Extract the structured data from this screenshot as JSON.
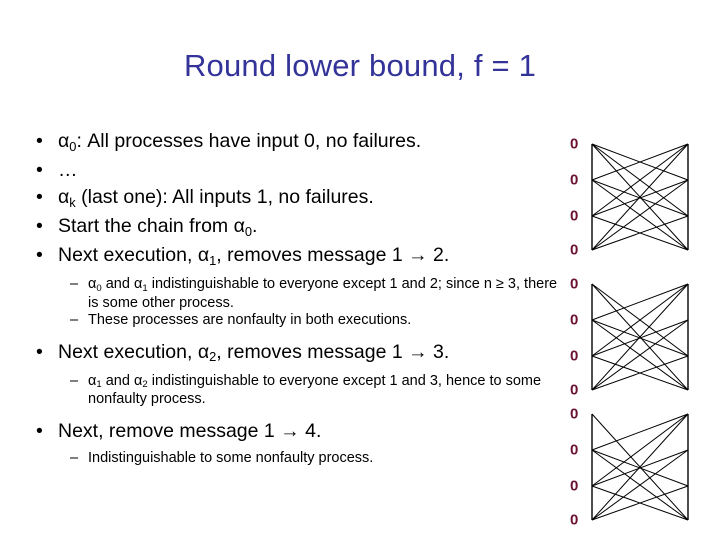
{
  "slide": {
    "title": "Round lower bound, f = 1",
    "title_color": "#333399",
    "text_color": "#000000",
    "background": "#ffffff"
  },
  "bullets": [
    {
      "level": 1,
      "marker": "•",
      "parts": [
        {
          "t": "alpha",
          "sub": "0"
        },
        {
          "t": "text",
          "v": ":  All processes have input 0, no failures."
        }
      ]
    },
    {
      "level": 1,
      "marker": "•",
      "parts": [
        {
          "t": "text",
          "v": "…"
        }
      ]
    },
    {
      "level": 1,
      "marker": "•",
      "parts": [
        {
          "t": "alpha",
          "sub": "k"
        },
        {
          "t": "text",
          "v": " (last one):  All inputs 1, no failures."
        }
      ]
    },
    {
      "level": 1,
      "marker": "•",
      "parts": [
        {
          "t": "text",
          "v": "Start the chain from "
        },
        {
          "t": "alpha",
          "sub": "0"
        },
        {
          "t": "text",
          "v": "."
        }
      ]
    },
    {
      "level": 1,
      "marker": "•",
      "parts": [
        {
          "t": "text",
          "v": "Next execution, "
        },
        {
          "t": "alpha",
          "sub": "1"
        },
        {
          "t": "text",
          "v": ", removes message 1 "
        },
        {
          "t": "arrow"
        },
        {
          "t": "text",
          "v": " 2."
        }
      ]
    },
    {
      "level": 2,
      "marker": "–",
      "parts": [
        {
          "t": "alpha",
          "sub": "0"
        },
        {
          "t": "text",
          "v": " and "
        },
        {
          "t": "alpha",
          "sub": "1"
        },
        {
          "t": "text",
          "v": " indistinguishable to everyone except 1 and 2; since n "
        },
        {
          "t": "geq"
        },
        {
          "t": "text",
          "v": " 3, there is some other process."
        }
      ]
    },
    {
      "level": 2,
      "marker": "–",
      "parts": [
        {
          "t": "text",
          "v": "These processes are nonfaulty in both executions."
        }
      ]
    },
    {
      "level": 1,
      "marker": "•",
      "parts": [
        {
          "t": "text",
          "v": "Next execution, "
        },
        {
          "t": "alpha",
          "sub": "2"
        },
        {
          "t": "text",
          "v": ", removes message 1 "
        },
        {
          "t": "arrow"
        },
        {
          "t": "text",
          "v": " 3."
        }
      ]
    },
    {
      "level": 2,
      "marker": "–",
      "parts": [
        {
          "t": "alpha",
          "sub": "1"
        },
        {
          "t": "text",
          "v": " and "
        },
        {
          "t": "alpha",
          "sub": "2"
        },
        {
          "t": "text",
          "v": " indistinguishable to everyone except 1 and 3, hence to some nonfaulty process."
        }
      ]
    },
    {
      "level": 1,
      "marker": "•",
      "parts": [
        {
          "t": "text",
          "v": "Next, remove message 1 "
        },
        {
          "t": "arrow"
        },
        {
          "t": "text",
          "v": " 4."
        }
      ]
    },
    {
      "level": 2,
      "marker": "–",
      "parts": [
        {
          "t": "text",
          "v": "Indistinguishable to some nonfaulty process."
        }
      ]
    }
  ],
  "diagrams": {
    "node_label": "0",
    "node_label_color": "#6B1133",
    "line_color": "#000000",
    "node_count": 4,
    "node_rows_y": [
      8,
      44,
      80,
      114
    ],
    "items": [
      {
        "name": "execution-alpha-0",
        "removed_messages": [],
        "edges": [
          [
            0,
            1
          ],
          [
            0,
            2
          ],
          [
            0,
            3
          ],
          [
            1,
            0
          ],
          [
            1,
            2
          ],
          [
            1,
            3
          ],
          [
            2,
            0
          ],
          [
            2,
            1
          ],
          [
            2,
            3
          ],
          [
            3,
            0
          ],
          [
            3,
            1
          ],
          [
            3,
            2
          ]
        ]
      },
      {
        "name": "execution-alpha-1",
        "removed_messages": [
          "1 -> 2"
        ],
        "edges": [
          [
            0,
            2
          ],
          [
            0,
            3
          ],
          [
            1,
            0
          ],
          [
            1,
            2
          ],
          [
            1,
            3
          ],
          [
            2,
            0
          ],
          [
            2,
            1
          ],
          [
            2,
            3
          ],
          [
            3,
            0
          ],
          [
            3,
            1
          ],
          [
            3,
            2
          ]
        ]
      },
      {
        "name": "execution-alpha-2",
        "removed_messages": [
          "1 -> 2",
          "1 -> 3"
        ],
        "edges": [
          [
            0,
            3
          ],
          [
            1,
            0
          ],
          [
            1,
            2
          ],
          [
            1,
            3
          ],
          [
            2,
            0
          ],
          [
            2,
            1
          ],
          [
            2,
            3
          ],
          [
            3,
            0
          ],
          [
            3,
            1
          ],
          [
            3,
            2
          ]
        ]
      }
    ]
  }
}
